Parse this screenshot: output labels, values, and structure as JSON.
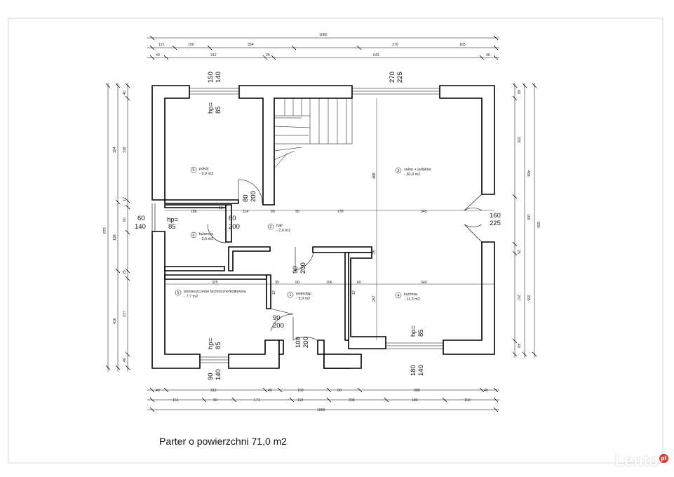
{
  "caption": "Parter o powierzchni 71,0 m2",
  "watermark": "Lento",
  "watermark_badge": "pl",
  "rooms": [
    {
      "num": "5",
      "name": "pokój",
      "area": "- 9,9 m2"
    },
    {
      "num": "2",
      "name": "hall",
      "area": "- 2,6 m2"
    },
    {
      "num": "3",
      "name": "salon + jadalnia",
      "area": "- 30,0 m2"
    },
    {
      "num": "6",
      "name": "łazienka",
      "area": "- 3,6 m2"
    },
    {
      "num": "5",
      "name": "pomieszczenie techniczne/kotłownia",
      "area": "- 7,7 m2"
    },
    {
      "num": "1",
      "name": "wiatrołap",
      "area": "- 5,9 m2"
    },
    {
      "num": "4",
      "name": "kuchnia",
      "area": "- 11,3 m2"
    }
  ],
  "dims_top": {
    "overall": "1060",
    "row2": [
      "121",
      "150",
      "354",
      "270",
      "165"
    ],
    "row3": [
      "40",
      "312",
      "25",
      "643",
      "40"
    ]
  },
  "dims_bottom": {
    "row1": [
      "40",
      "312",
      "40",
      "150",
      "90",
      "388",
      "40"
    ],
    "row2": [
      "151",
      "90",
      "171",
      "110",
      "208",
      "180",
      "150"
    ],
    "overall": "1060"
  },
  "dims_left": {
    "overall": "870",
    "col2": [
      "394",
      "198",
      "416"
    ],
    "col3": [
      "40",
      "318",
      "12",
      "60",
      "25",
      "237",
      "40"
    ]
  },
  "dims_right": {
    "overall": "830",
    "col2": [
      "468",
      "160",
      "335"
    ],
    "col3": [
      "40",
      "335",
      "25",
      "257",
      "40"
    ]
  },
  "interior_dims": [
    "186",
    "12",
    "114",
    "60",
    "90",
    "178",
    "340",
    "325",
    "35",
    "12",
    "90",
    "106",
    "60",
    "340",
    "488",
    "25",
    "12",
    "257"
  ],
  "openings": [
    {
      "top": "150",
      "bottom": "140"
    },
    {
      "top": "270",
      "bottom": "225"
    },
    {
      "top": "hp=",
      "bottom": "85"
    },
    {
      "top": "80",
      "bottom": "200"
    },
    {
      "top": "60",
      "bottom": "140"
    },
    {
      "top": "hp=",
      "bottom": "85"
    },
    {
      "top": "80",
      "bottom": "200"
    },
    {
      "top": "160",
      "bottom": "225"
    },
    {
      "top": "90",
      "bottom": "200"
    },
    {
      "top": "90",
      "bottom": "200"
    },
    {
      "top": "100",
      "bottom": "200"
    },
    {
      "top": "hp=",
      "bottom": "85"
    },
    {
      "top": "hp=",
      "bottom": "85"
    },
    {
      "top": "90",
      "bottom": "140"
    },
    {
      "top": "180",
      "bottom": "140"
    }
  ]
}
